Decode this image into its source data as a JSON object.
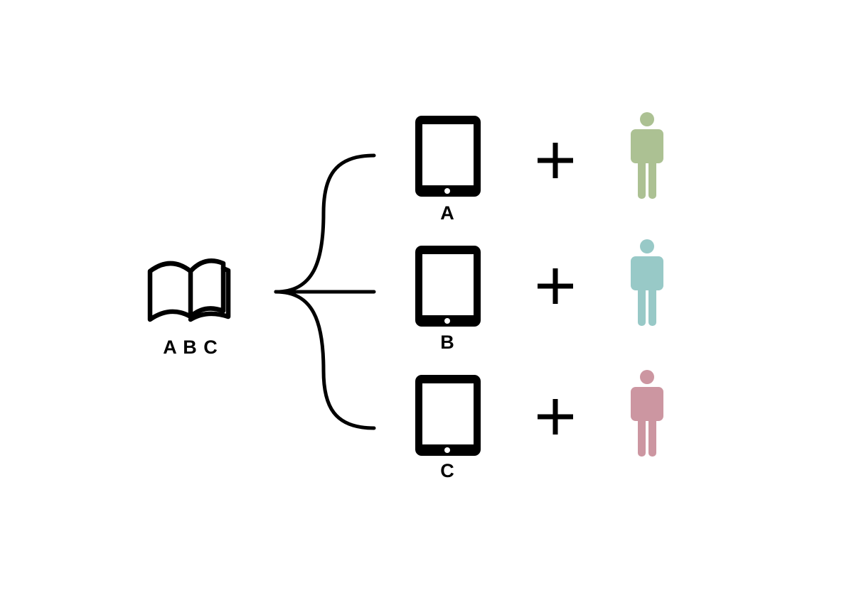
{
  "source": {
    "icon": "open-book-icon",
    "label": "A B C"
  },
  "connector": {
    "icon": "bracket-connector"
  },
  "branches": [
    {
      "label": "A",
      "device_icon": "tablet-icon",
      "operator": "+",
      "person_icon": "person-icon",
      "person_color": "#acc193"
    },
    {
      "label": "B",
      "device_icon": "tablet-icon",
      "operator": "+",
      "person_icon": "person-icon",
      "person_color": "#98c9c7"
    },
    {
      "label": "C",
      "device_icon": "tablet-icon",
      "operator": "+",
      "person_icon": "person-icon",
      "person_color": "#cc96a1"
    }
  ]
}
